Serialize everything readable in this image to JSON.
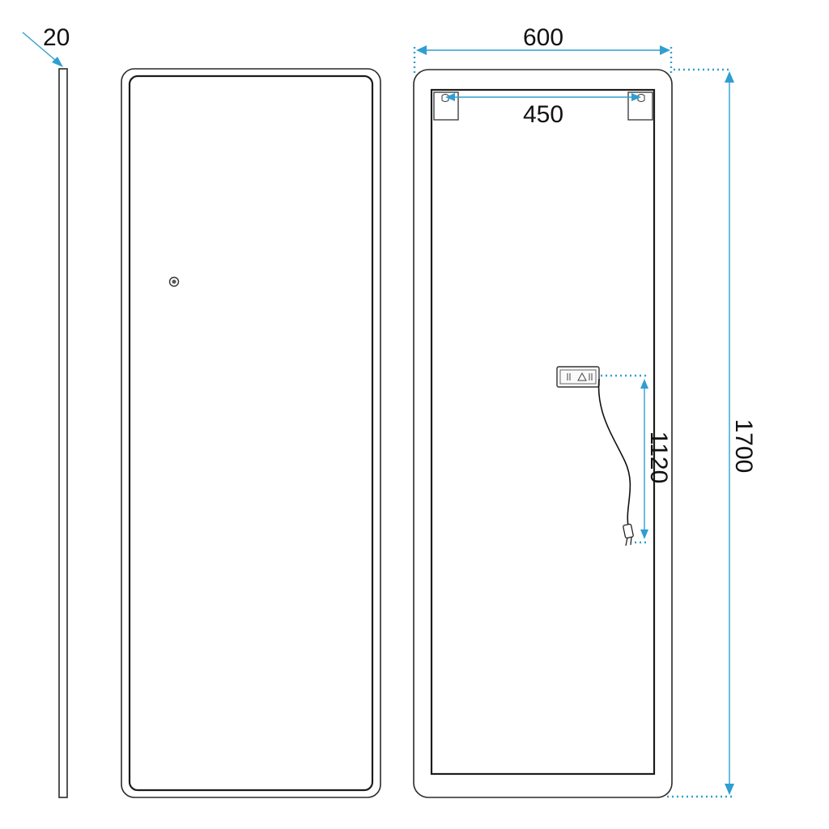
{
  "dimensions": {
    "depth": "20",
    "width": "600",
    "hook_spacing": "450",
    "outlet_height": "1120",
    "height": "1700"
  },
  "colors": {
    "dimension_line": "#2e9fd0",
    "outline": "#1c1c1c",
    "background": "#ffffff"
  },
  "icons": {
    "switch": "touch-sensor-icon",
    "plug": "power-plug-icon",
    "driver": "led-driver-box-icon"
  }
}
